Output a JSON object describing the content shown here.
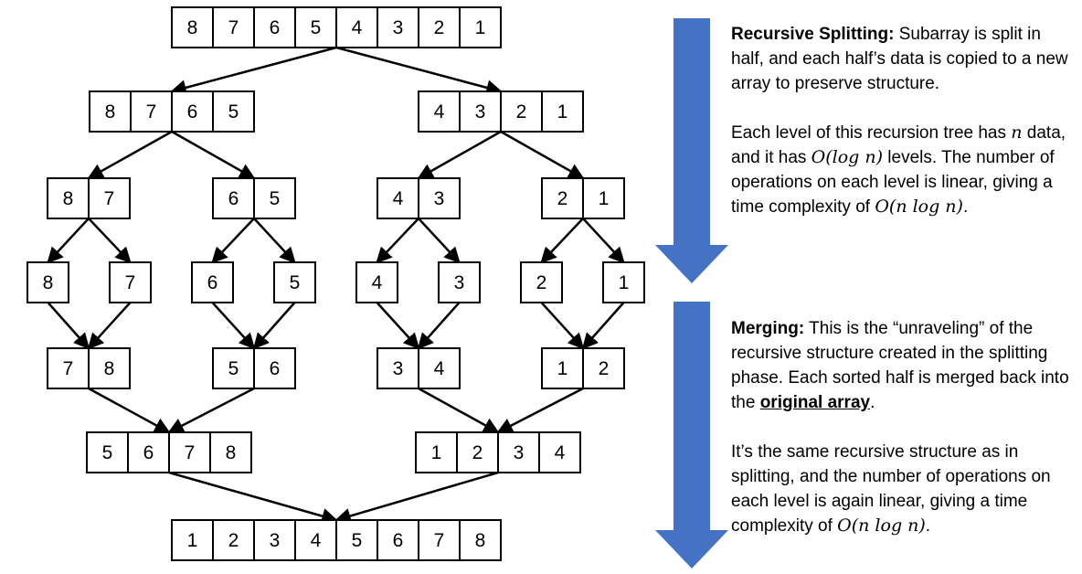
{
  "colors": {
    "arrow": "#4472C4",
    "stroke": "#000000",
    "background": "#FFFFFF"
  },
  "levels": [
    {
      "arrays": [
        [
          "8",
          "7",
          "6",
          "5",
          "4",
          "3",
          "2",
          "1"
        ]
      ]
    },
    {
      "arrays": [
        [
          "8",
          "7",
          "6",
          "5"
        ],
        [
          "4",
          "3",
          "2",
          "1"
        ]
      ]
    },
    {
      "arrays": [
        [
          "8",
          "7"
        ],
        [
          "6",
          "5"
        ],
        [
          "4",
          "3"
        ],
        [
          "2",
          "1"
        ]
      ]
    },
    {
      "arrays": [
        [
          "8"
        ],
        [
          "7"
        ],
        [
          "6"
        ],
        [
          "5"
        ],
        [
          "4"
        ],
        [
          "3"
        ],
        [
          "2"
        ],
        [
          "1"
        ]
      ]
    },
    {
      "arrays": [
        [
          "7",
          "8"
        ],
        [
          "5",
          "6"
        ],
        [
          "3",
          "4"
        ],
        [
          "1",
          "2"
        ]
      ]
    },
    {
      "arrays": [
        [
          "5",
          "6",
          "7",
          "8"
        ],
        [
          "1",
          "2",
          "3",
          "4"
        ]
      ]
    },
    {
      "arrays": [
        [
          "1",
          "2",
          "3",
          "4",
          "5",
          "6",
          "7",
          "8"
        ]
      ]
    }
  ],
  "splitting": {
    "heading": "Recursive Splitting:",
    "text1": " Subarray is split in half, and each half’s data is copied to a new array to preserve structure.",
    "text2a": "Each level of this recursion tree has ",
    "var_n": "n",
    "text2b": " data, and it has ",
    "complexity_levels": "O(log n)",
    "text2c": " levels. The number of operations on each level is linear, giving a time complexity of ",
    "complexity": "O(n log n)",
    "text2d": "."
  },
  "merging": {
    "heading": "Merging:",
    "text1a": " This is the “unraveling” of the recursive structure created in the splitting phase. Each sorted half is merged back into the ",
    "emphasis": "original array",
    "text1b": ".",
    "text2a": "It’s the same recursive structure as in splitting, and the number of operations on each level is again linear, giving a time complexity of ",
    "complexity": "O(n log n)",
    "text2b": "."
  }
}
